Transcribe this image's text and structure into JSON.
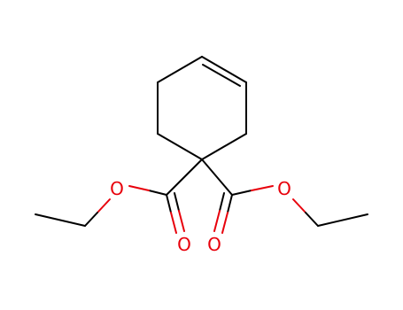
{
  "colors": {
    "carbon_bond": "#000000",
    "oxygen": "#e8000b",
    "background": "#ffffff"
  },
  "molecule": {
    "atoms": [
      {
        "id": "O1",
        "label": "O",
        "color": "oxygen"
      },
      {
        "id": "O2",
        "label": "O",
        "color": "oxygen"
      },
      {
        "id": "O3",
        "label": "O",
        "color": "oxygen"
      },
      {
        "id": "O4",
        "label": "O",
        "color": "oxygen"
      }
    ]
  }
}
